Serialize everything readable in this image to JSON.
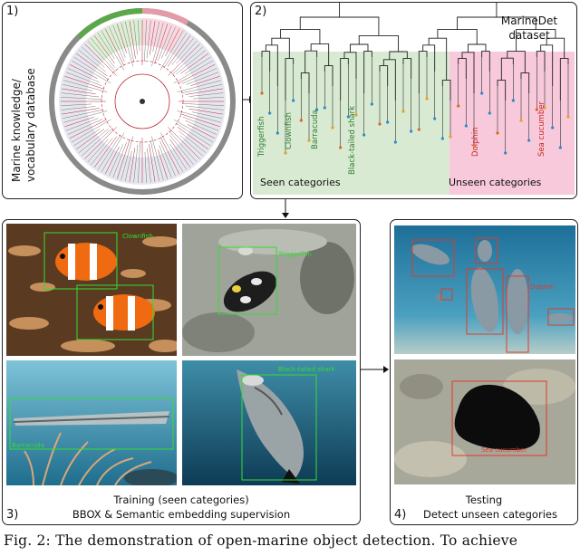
{
  "panel1": {
    "number": "1)",
    "label_line1": "Marine knowledge/",
    "label_line2": "vocabulary database"
  },
  "panel2": {
    "number": "2)",
    "title_line1": "MarineDet",
    "title_line2": "dataset",
    "seen_label": "Seen categories",
    "unseen_label": "Unseen categories",
    "seen_species": [
      "Triggerfish",
      "Clownfish",
      "Barracuda",
      "Black-tailed shark"
    ],
    "unseen_species": [
      "Dolphin",
      "Sea cucumber"
    ]
  },
  "panel3": {
    "number": "3)",
    "caption_line1": "Training (seen categories)",
    "caption_line2": "BBOX & Semantic embedding supervision",
    "boxes": {
      "clownfish": "Clownfish",
      "triggerfish": "Triggerfish",
      "barracuda": "Barracuda",
      "shark": "Black-tailed shark"
    }
  },
  "panel4": {
    "number": "4)",
    "caption_line1": "Testing",
    "caption_line2": "Detect unseen categories",
    "boxes": {
      "dolphin": "Dolphin",
      "sea_cucumber": "Sea cucumber"
    }
  },
  "figure_caption": "Fig. 2: The demonstration of open-marine object detection. To achieve",
  "colors": {
    "seen": "#d9ead3",
    "unseen": "#f7c9da",
    "seen_text": "#2e7d32",
    "unseen_text": "#c62828",
    "box_green": "#33dd33",
    "box_red": "#e03a2a"
  }
}
